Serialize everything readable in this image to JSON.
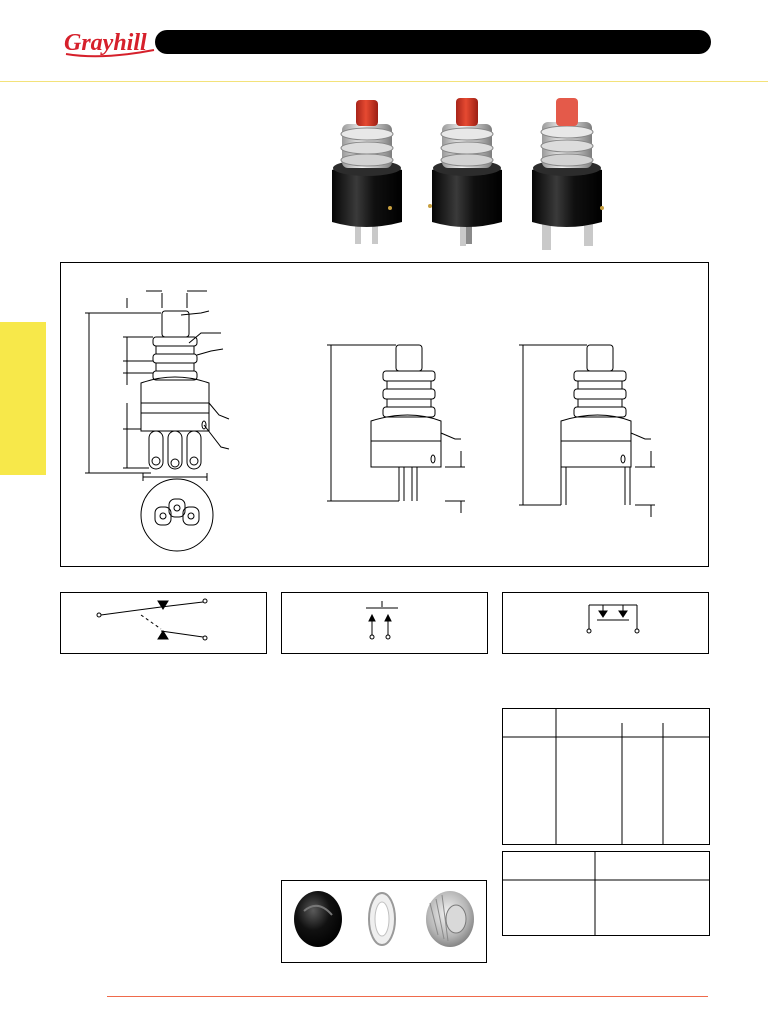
{
  "brand": {
    "logo_text": "Grayhill",
    "colors": {
      "logo_red": "#d6202b",
      "header_bar": "#000000",
      "side_tab_yellow": "#f7e84a",
      "footer_rule": "#ef6a4b",
      "button_red": "#d8391f",
      "housing_black": "#151515"
    }
  },
  "product_photos": {
    "count": 3,
    "button_color": "red",
    "body_color": "black"
  },
  "icons": {
    "spdt_schematic": "spdt-switch-icon",
    "spst_schematic": "spst-switch-icon",
    "momentary_schematic": "momentary-switch-icon",
    "accessory_knob": "knob-cap-icon",
    "accessory_washer": "washer-icon",
    "accessory_nut": "hex-nut-icon"
  }
}
